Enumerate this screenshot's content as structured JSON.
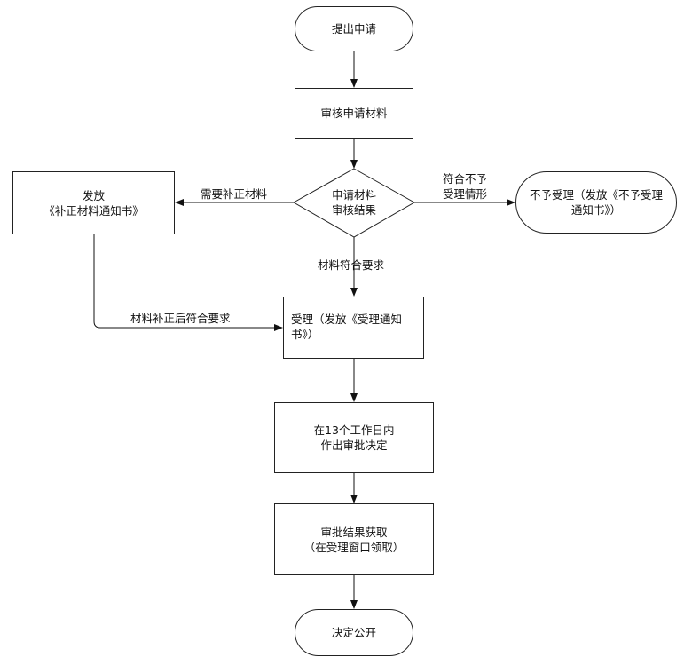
{
  "nodes": {
    "start": "提出申请",
    "review_materials": "审核申请材料",
    "decision": "申请材料\n审核结果",
    "supplement": "发放\n《补正材料通知书》",
    "reject": "不予受理（发放《不予受理\n通知书》）",
    "accept": "受理（发放《受理通知\n书》）",
    "approve": "在13个工作日内\n作出审批决定",
    "obtain": "审批结果获取\n（在受理窗口领取）",
    "publish": "决定公开"
  },
  "edges": {
    "need_supplement": "需要补正材料",
    "not_qualified": "符合不予\n受理情形",
    "qualified": "材料符合要求",
    "supplemented_ok": "材料补正后符合要求"
  }
}
